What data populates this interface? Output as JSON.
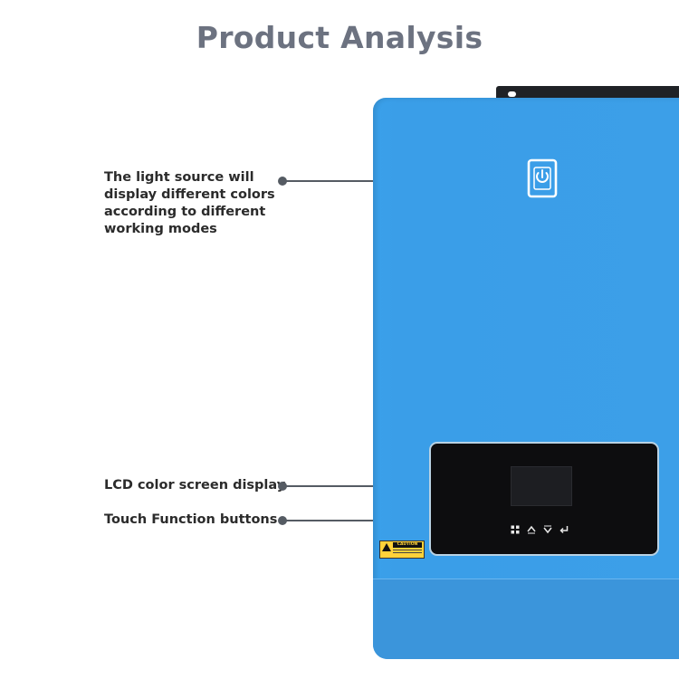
{
  "page": {
    "title": "Product Analysis"
  },
  "annotations": [
    {
      "id": "light-source",
      "lines": [
        "The light source will",
        "display different colors",
        "according to different",
        "working modes"
      ]
    },
    {
      "id": "lcd",
      "lines": [
        "LCD color screen display"
      ]
    },
    {
      "id": "touch",
      "lines": [
        "Touch Function buttons"
      ]
    }
  ],
  "device": {
    "caution_label": "CAUTION",
    "colors": {
      "body": "#3a9ee8",
      "led_ring": "#ffffff",
      "panel": "#0d0d0f",
      "leader": "#555b63"
    },
    "icons": {
      "status_light": "power-icon",
      "buttons": [
        "menu-grid-icon",
        "arrow-up-icon",
        "arrow-down-icon",
        "enter-icon"
      ]
    }
  }
}
